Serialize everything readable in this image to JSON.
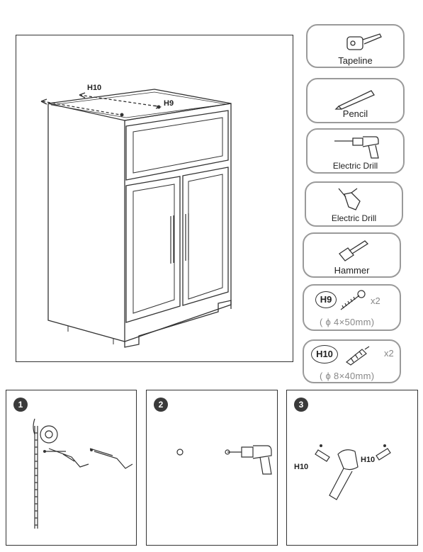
{
  "cabinet": {
    "label_h10": "H10",
    "label_h9": "H9"
  },
  "tools": [
    {
      "label": "Tapeline",
      "icon": "tape-measure-icon"
    },
    {
      "label": "Pencil",
      "icon": "pencil-icon"
    },
    {
      "label": "Electric Drill",
      "icon": "electric-drill-icon"
    },
    {
      "label": "Electric Drill",
      "icon": "right-angle-drill-icon"
    },
    {
      "label": "Hammer",
      "icon": "hammer-icon"
    }
  ],
  "hardware": [
    {
      "id": "H9",
      "qty": "x2",
      "spec": "( ϕ 4×50mm)",
      "icon": "screw-icon"
    },
    {
      "id": "H10",
      "qty": "x2",
      "spec": "( ϕ 8×40mm)",
      "icon": "wall-anchor-icon"
    }
  ],
  "steps": [
    {
      "number": "1"
    },
    {
      "number": "2"
    },
    {
      "number": "3",
      "label_left": "H10",
      "label_right": "H10"
    }
  ],
  "colors": {
    "frame_border": "#9a9a9a",
    "line": "#333333",
    "step_badge": "#3a3a3a",
    "muted_text": "#888888"
  }
}
